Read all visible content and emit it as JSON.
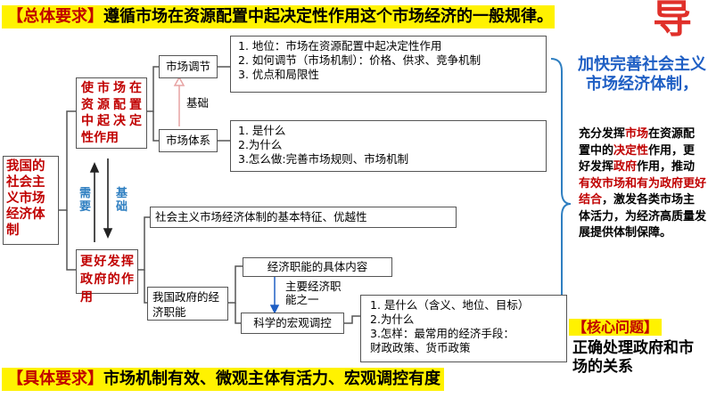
{
  "top_banner": {
    "tag": "【总体要求】",
    "text": "遵循市场在资源配置中起决定性作用这个市场经济的一般规律。"
  },
  "bottom_banner": {
    "tag": "【具体要求】",
    "text": "市场机制有效、微观主体有活力、宏观调控有度"
  },
  "logo_char": "导",
  "root": "我国的社会主义市场经济体制",
  "branch_market": "使市场在资源配置中起决定性作用",
  "branch_government": "更好发挥政府的作用",
  "link_need": "需要",
  "link_basis": "基础",
  "market_regulation": {
    "title": "市场调节",
    "points": [
      "1. 地位：市场在资源配置中起决定性作用",
      "2. 如何调节（市场机制）：价格、供求、竞争机制",
      "3. 优点和局限性"
    ]
  },
  "basis_label": "基础",
  "market_system": {
    "title": "市场体系",
    "points": [
      "1. 是什么",
      "2.为什么",
      "3.怎么做:完善市场规则、市场机制"
    ]
  },
  "socialist_feature": "社会主义市场经济体制的基本特征、优越性",
  "gov_functions": {
    "title": "我国政府的经济职能",
    "specific": "经济职能的具体内容",
    "main_function": "主要经济职能之一",
    "macro_control": "科学的宏观调控",
    "points": [
      "1. 是什么（含义、地位、目标）",
      "2.为什么",
      "3.怎样：最常用的经济手段：",
      "财政政策、货币政策"
    ]
  },
  "side": {
    "title": "加快完善社会主义市场经济体制，",
    "body_segments": [
      {
        "text": "充分发挥",
        "red": false
      },
      {
        "text": "市场",
        "red": true
      },
      {
        "text": "在资源配置中的",
        "red": false
      },
      {
        "text": "决定性",
        "red": true
      },
      {
        "text": "作用，更好发挥",
        "red": false
      },
      {
        "text": "政府",
        "red": true
      },
      {
        "text": "作用，推动",
        "red": false
      },
      {
        "text": "有效市场和有为政府更好结合",
        "red": true
      },
      {
        "text": "，激发各类市场主体活力，为经济高质量发展提供体制保障。",
        "red": false
      }
    ]
  },
  "core": {
    "tag": "【核心问题】",
    "text": "正确处理政府和市场的关系"
  },
  "colors": {
    "accent_red": "#c00000",
    "banner_yellow": "#fff200",
    "side_blue": "#1f5fc4",
    "arrow_blue": "#2f7fc1"
  }
}
